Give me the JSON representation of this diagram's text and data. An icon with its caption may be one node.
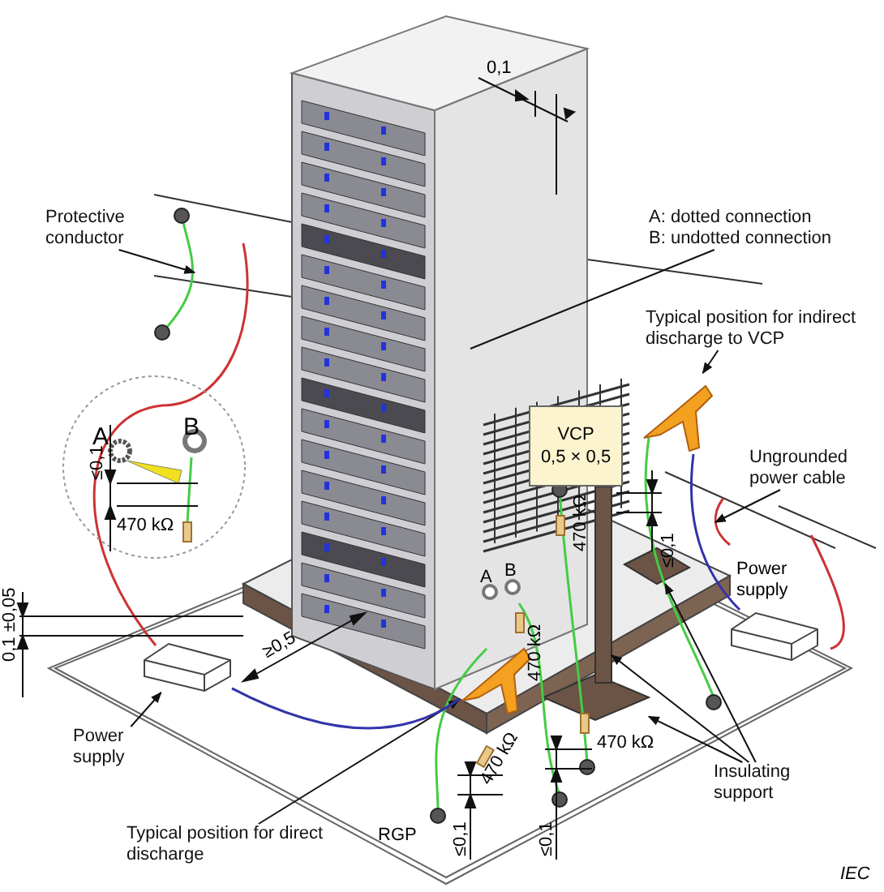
{
  "diagram": {
    "nodes": [
      {
        "text": [
          "Protective conductor"
        ]
      },
      {
        "text": [
          "A: dotted connection",
          "B: undotted connection"
        ]
      },
      {
        "text": [
          "Typical position for indirect discharge to VCP"
        ]
      },
      {
        "text": [],
        "shape": "picture"
      },
      {
        "text": [
          "VCP",
          "0,5 × 0,5"
        ]
      },
      {
        "text": [
          "Ungrounded power cable"
        ]
      },
      {
        "text": [],
        "shape": "box",
        "beside": [
          "Power supply"
        ]
      },
      {
        "text": [
          "Power supply"
        ]
      },
      {
        "text": [],
        "shape": "box"
      },
      {
        "text": [
          "Insulating support"
        ]
      },
      {
        "text": [
          "Typical position for direct discharge"
        ]
      },
      {
        "text": [],
        "shape": "picture"
      },
      {
        "text": [],
        "shape": "bar"
      },
      {
        "text": [],
        "shape": "bar"
      },
      {
        "text": [],
        "shape": "bar"
      }
    ],
    "edges": [
      {
        "from": 0,
        "to": null,
        "arrow": "to"
      },
      {
        "from": 1,
        "to": null,
        "arrow": "none"
      },
      {
        "from": 2,
        "to": 3,
        "arrow": "to"
      },
      {
        "from": 5,
        "to": null,
        "arrow": "to"
      },
      {
        "from": 7,
        "to": 8,
        "arrow": "to"
      },
      {
        "from": 9,
        "to": 12,
        "arrow": "to"
      },
      {
        "from": 9,
        "to": 13,
        "arrow": "to"
      },
      {
        "from": 9,
        "to": 14,
        "arrow": "to"
      },
      {
        "from": 10,
        "to": 11,
        "arrow": "to"
      },
      {
        "from": 8,
        "to": 11,
        "arrow": "none",
        "color": "#3333aa"
      },
      {
        "from": 3,
        "to": 6,
        "arrow": "none",
        "color": "#3333aa"
      }
    ],
    "labels": [
      "0,1",
      "A",
      "B",
      "≤0,1",
      "470 kΩ",
      "470 kΩ",
      "≤0,1",
      "0,1 ±0,05",
      "A",
      "B",
      "≥0,5",
      "470 kΩ",
      "470 kΩ",
      "470 kΩ",
      "RGP",
      "≤0,1",
      "≤0,1",
      "IEC"
    ]
  }
}
